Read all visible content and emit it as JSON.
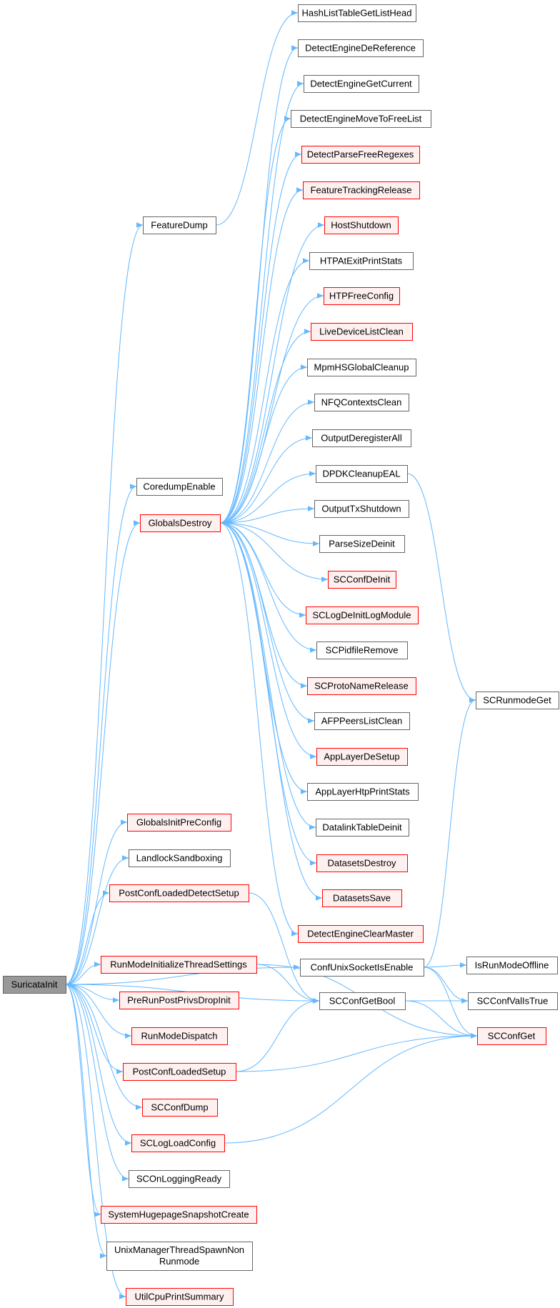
{
  "colors": {
    "edge": "#63b8ff",
    "border_normal": "#666666",
    "border_red": "#ff0000",
    "fill_normal": "#ffffff",
    "fill_red": "#fff0f0",
    "fill_root": "#999999"
  },
  "nodes": [
    {
      "id": "SuricataInit",
      "label": "SuricataInit",
      "style": "root"
    },
    {
      "id": "FeatureDump",
      "label": "FeatureDump",
      "style": "normal"
    },
    {
      "id": "CoredumpEnable",
      "label": "CoredumpEnable",
      "style": "normal"
    },
    {
      "id": "GlobalsDestroy",
      "label": "GlobalsDestroy",
      "style": "red"
    },
    {
      "id": "GlobalsInitPreConfig",
      "label": "GlobalsInitPreConfig",
      "style": "red"
    },
    {
      "id": "LandlockSandboxing",
      "label": "LandlockSandboxing",
      "style": "normal"
    },
    {
      "id": "PostConfLoadedDetectSetup",
      "label": "PostConfLoadedDetectSetup",
      "style": "red"
    },
    {
      "id": "RunModeInitializeThreadSettings",
      "label": "RunModeInitializeThreadSettings",
      "style": "red"
    },
    {
      "id": "PreRunPostPrivsDropInit",
      "label": "PreRunPostPrivsDropInit",
      "style": "red"
    },
    {
      "id": "RunModeDispatch",
      "label": "RunModeDispatch",
      "style": "red"
    },
    {
      "id": "PostConfLoadedSetup",
      "label": "PostConfLoadedSetup",
      "style": "red"
    },
    {
      "id": "SCConfDump",
      "label": "SCConfDump",
      "style": "red"
    },
    {
      "id": "SCLogLoadConfig",
      "label": "SCLogLoadConfig",
      "style": "red"
    },
    {
      "id": "SCOnLoggingReady",
      "label": "SCOnLoggingReady",
      "style": "normal"
    },
    {
      "id": "SystemHugepageSnapshotCreate",
      "label": "SystemHugepageSnapshotCreate",
      "style": "red"
    },
    {
      "id": "UnixManagerThreadSpawnNonRunmode",
      "label": "UnixManagerThreadSpawnNon",
      "label2": "Runmode",
      "style": "normal"
    },
    {
      "id": "UtilCpuPrintSummary",
      "label": "UtilCpuPrintSummary",
      "style": "red"
    },
    {
      "id": "HashListTableGetListHead",
      "label": "HashListTableGetListHead",
      "style": "normal"
    },
    {
      "id": "DetectEngineDeReference",
      "label": "DetectEngineDeReference",
      "style": "normal"
    },
    {
      "id": "DetectEngineGetCurrent",
      "label": "DetectEngineGetCurrent",
      "style": "normal"
    },
    {
      "id": "DetectEngineMoveToFreeList",
      "label": "DetectEngineMoveToFreeList",
      "style": "normal"
    },
    {
      "id": "DetectParseFreeRegexes",
      "label": "DetectParseFreeRegexes",
      "style": "red"
    },
    {
      "id": "FeatureTrackingRelease",
      "label": "FeatureTrackingRelease",
      "style": "red"
    },
    {
      "id": "HostShutdown",
      "label": "HostShutdown",
      "style": "red"
    },
    {
      "id": "HTPAtExitPrintStats",
      "label": "HTPAtExitPrintStats",
      "style": "normal"
    },
    {
      "id": "HTPFreeConfig",
      "label": "HTPFreeConfig",
      "style": "red"
    },
    {
      "id": "LiveDeviceListClean",
      "label": "LiveDeviceListClean",
      "style": "red"
    },
    {
      "id": "MpmHSGlobalCleanup",
      "label": "MpmHSGlobalCleanup",
      "style": "normal"
    },
    {
      "id": "NFQContextsClean",
      "label": "NFQContextsClean",
      "style": "normal"
    },
    {
      "id": "OutputDeregisterAll",
      "label": "OutputDeregisterAll",
      "style": "normal"
    },
    {
      "id": "DPDKCleanupEAL",
      "label": "DPDKCleanupEAL",
      "style": "normal"
    },
    {
      "id": "OutputTxShutdown",
      "label": "OutputTxShutdown",
      "style": "normal"
    },
    {
      "id": "ParseSizeDeinit",
      "label": "ParseSizeDeinit",
      "style": "normal"
    },
    {
      "id": "SCConfDeInit",
      "label": "SCConfDeInit",
      "style": "red"
    },
    {
      "id": "SCLogDeInitLogModule",
      "label": "SCLogDeInitLogModule",
      "style": "red"
    },
    {
      "id": "SCPidfileRemove",
      "label": "SCPidfileRemove",
      "style": "normal"
    },
    {
      "id": "SCProtoNameRelease",
      "label": "SCProtoNameRelease",
      "style": "red"
    },
    {
      "id": "AFPPeersListClean",
      "label": "AFPPeersListClean",
      "style": "normal"
    },
    {
      "id": "AppLayerDeSetup",
      "label": "AppLayerDeSetup",
      "style": "red"
    },
    {
      "id": "AppLayerHtpPrintStats",
      "label": "AppLayerHtpPrintStats",
      "style": "normal"
    },
    {
      "id": "DatalinkTableDeinit",
      "label": "DatalinkTableDeinit",
      "style": "normal"
    },
    {
      "id": "DatasetsDestroy",
      "label": "DatasetsDestroy",
      "style": "red"
    },
    {
      "id": "DatasetsSave",
      "label": "DatasetsSave",
      "style": "red"
    },
    {
      "id": "DetectEngineClearMaster",
      "label": "DetectEngineClearMaster",
      "style": "red"
    },
    {
      "id": "ConfUnixSocketIsEnable",
      "label": "ConfUnixSocketIsEnable",
      "style": "normal"
    },
    {
      "id": "SCConfGetBool",
      "label": "SCConfGetBool",
      "style": "normal"
    },
    {
      "id": "SCRunmodeGet",
      "label": "SCRunmodeGet",
      "style": "normal"
    },
    {
      "id": "IsRunModeOffline",
      "label": "IsRunModeOffline",
      "style": "normal"
    },
    {
      "id": "SCConfValIsTrue",
      "label": "SCConfValIsTrue",
      "style": "normal"
    },
    {
      "id": "SCConfGet",
      "label": "SCConfGet",
      "style": "red"
    }
  ],
  "edges": [
    [
      "SuricataInit",
      "FeatureDump"
    ],
    [
      "SuricataInit",
      "CoredumpEnable"
    ],
    [
      "SuricataInit",
      "GlobalsDestroy"
    ],
    [
      "SuricataInit",
      "ConfUnixSocketIsEnable"
    ],
    [
      "SuricataInit",
      "GlobalsInitPreConfig"
    ],
    [
      "SuricataInit",
      "LandlockSandboxing"
    ],
    [
      "SuricataInit",
      "PostConfLoadedDetectSetup"
    ],
    [
      "SuricataInit",
      "SCConfGetBool"
    ],
    [
      "SuricataInit",
      "RunModeInitializeThreadSettings"
    ],
    [
      "SuricataInit",
      "PreRunPostPrivsDropInit"
    ],
    [
      "SuricataInit",
      "RunModeDispatch"
    ],
    [
      "SuricataInit",
      "PostConfLoadedSetup"
    ],
    [
      "SuricataInit",
      "SCConfDump"
    ],
    [
      "SuricataInit",
      "SCLogLoadConfig"
    ],
    [
      "SuricataInit",
      "SCOnLoggingReady"
    ],
    [
      "SuricataInit",
      "SystemHugepageSnapshotCreate"
    ],
    [
      "SuricataInit",
      "UnixManagerThreadSpawnNonRunmode"
    ],
    [
      "SuricataInit",
      "UtilCpuPrintSummary"
    ],
    [
      "FeatureDump",
      "HashListTableGetListHead"
    ],
    [
      "GlobalsDestroy",
      "DetectEngineDeReference"
    ],
    [
      "GlobalsDestroy",
      "DetectEngineGetCurrent"
    ],
    [
      "GlobalsDestroy",
      "DetectEngineMoveToFreeList"
    ],
    [
      "GlobalsDestroy",
      "DetectParseFreeRegexes"
    ],
    [
      "GlobalsDestroy",
      "FeatureTrackingRelease"
    ],
    [
      "GlobalsDestroy",
      "HostShutdown"
    ],
    [
      "GlobalsDestroy",
      "HTPAtExitPrintStats"
    ],
    [
      "GlobalsDestroy",
      "HTPFreeConfig"
    ],
    [
      "GlobalsDestroy",
      "LiveDeviceListClean"
    ],
    [
      "GlobalsDestroy",
      "MpmHSGlobalCleanup"
    ],
    [
      "GlobalsDestroy",
      "NFQContextsClean"
    ],
    [
      "GlobalsDestroy",
      "OutputDeregisterAll"
    ],
    [
      "GlobalsDestroy",
      "DPDKCleanupEAL"
    ],
    [
      "GlobalsDestroy",
      "OutputTxShutdown"
    ],
    [
      "GlobalsDestroy",
      "ParseSizeDeinit"
    ],
    [
      "GlobalsDestroy",
      "SCConfDeInit"
    ],
    [
      "GlobalsDestroy",
      "SCLogDeInitLogModule"
    ],
    [
      "GlobalsDestroy",
      "SCPidfileRemove"
    ],
    [
      "GlobalsDestroy",
      "SCProtoNameRelease"
    ],
    [
      "GlobalsDestroy",
      "AFPPeersListClean"
    ],
    [
      "GlobalsDestroy",
      "AppLayerDeSetup"
    ],
    [
      "GlobalsDestroy",
      "AppLayerHtpPrintStats"
    ],
    [
      "GlobalsDestroy",
      "DatalinkTableDeinit"
    ],
    [
      "GlobalsDestroy",
      "DatasetsDestroy"
    ],
    [
      "GlobalsDestroy",
      "DatasetsSave"
    ],
    [
      "GlobalsDestroy",
      "DetectEngineClearMaster"
    ],
    [
      "DPDKCleanupEAL",
      "SCRunmodeGet"
    ],
    [
      "PostConfLoadedDetectSetup",
      "SCConfGetBool"
    ],
    [
      "RunModeInitializeThreadSettings",
      "SCConfGetBool"
    ],
    [
      "RunModeInitializeThreadSettings",
      "SCConfGet"
    ],
    [
      "PostConfLoadedSetup",
      "SCConfGetBool"
    ],
    [
      "PostConfLoadedSetup",
      "SCConfGet"
    ],
    [
      "SCLogLoadConfig",
      "SCConfGet"
    ],
    [
      "ConfUnixSocketIsEnable",
      "SCRunmodeGet"
    ],
    [
      "ConfUnixSocketIsEnable",
      "IsRunModeOffline"
    ],
    [
      "ConfUnixSocketIsEnable",
      "SCConfValIsTrue"
    ],
    [
      "ConfUnixSocketIsEnable",
      "SCConfGet"
    ],
    [
      "SCConfGetBool",
      "SCConfValIsTrue"
    ],
    [
      "SCConfGetBool",
      "SCConfGet"
    ]
  ]
}
